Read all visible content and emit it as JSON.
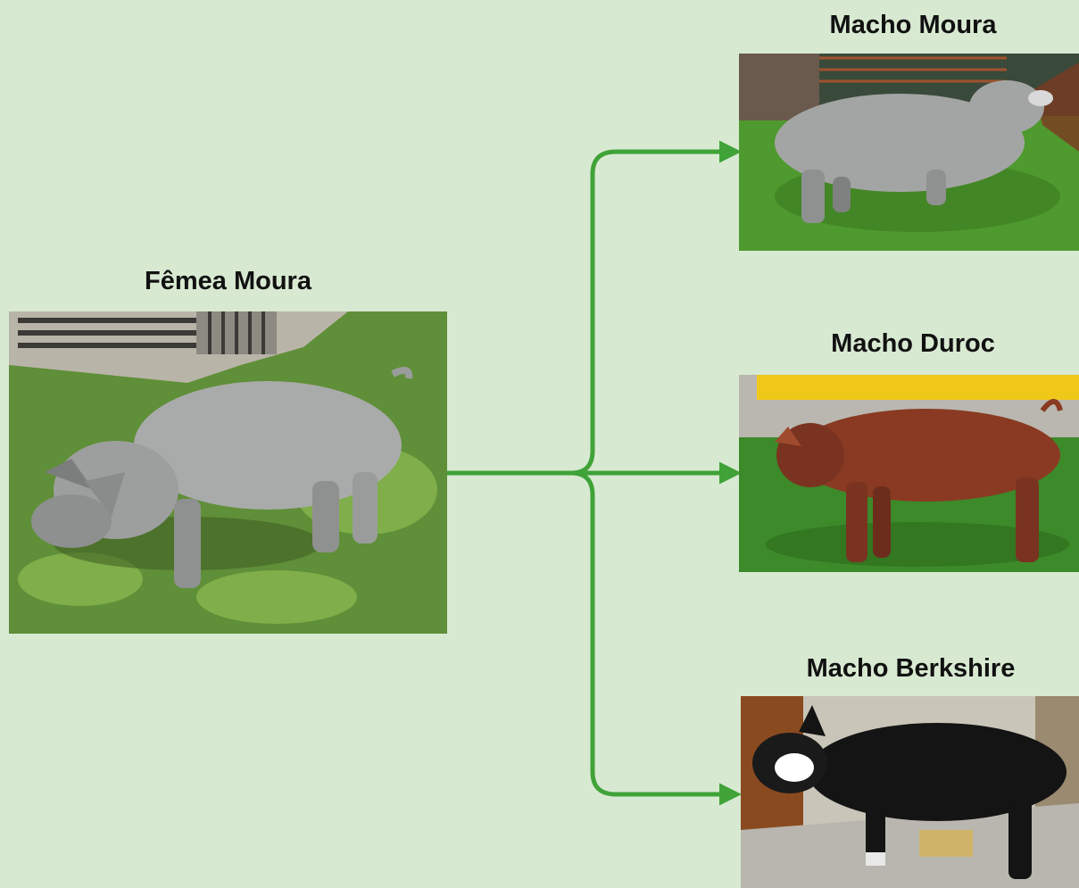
{
  "colors": {
    "background": "#d8e9d2",
    "arrow": "#3fa338",
    "text": "#111111"
  },
  "parent": {
    "label": "Fêmea Moura"
  },
  "offspring": [
    {
      "label": "Macho Moura"
    },
    {
      "label": "Macho Duroc"
    },
    {
      "label": "Macho Berkshire"
    }
  ]
}
